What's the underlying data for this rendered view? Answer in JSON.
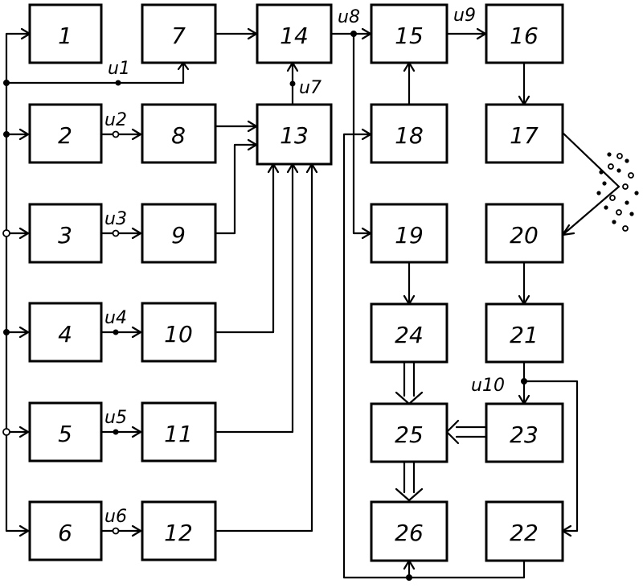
{
  "blocks": [
    "1",
    "2",
    "3",
    "4",
    "5",
    "6",
    "7",
    "8",
    "9",
    "10",
    "11",
    "12",
    "13",
    "14",
    "15",
    "16",
    "17",
    "18",
    "19",
    "20",
    "21",
    "22",
    "23",
    "24",
    "25",
    "26"
  ],
  "signals": [
    "u1",
    "u2",
    "u3",
    "u4",
    "u5",
    "u6",
    "u7",
    "u8",
    "u9",
    "u10"
  ]
}
